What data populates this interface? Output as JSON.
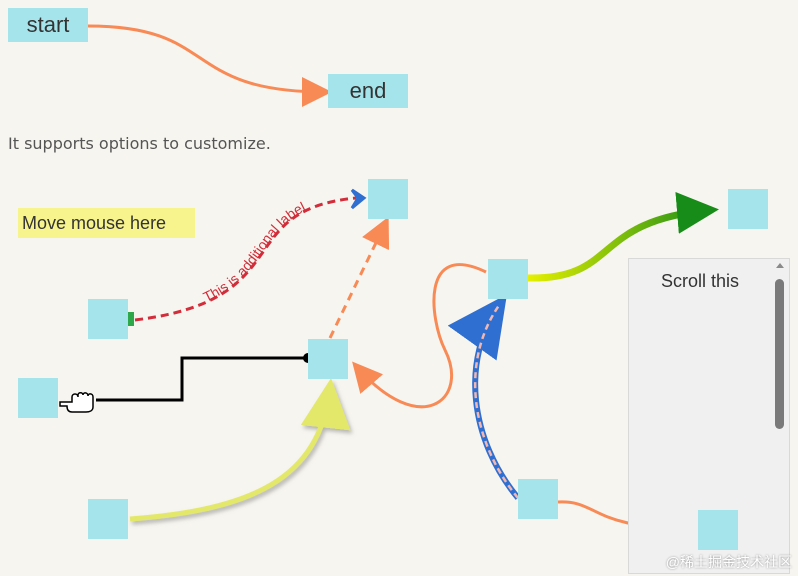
{
  "demo1": {
    "start_label": "start",
    "end_label": "end"
  },
  "description": "It supports options to customize.",
  "hover": {
    "label": "Move mouse here"
  },
  "lines": {
    "additional_label": "This is additional label"
  },
  "scroll": {
    "title": "Scroll this"
  },
  "watermark": "@稀土掘金技术社区",
  "colors": {
    "box": "#a6e4ec",
    "coral": "#f88a56",
    "red_dash": "#d22d3a",
    "green": "#2ea64a",
    "blue": "#2f6fd1",
    "hover_bg": "#f7f48d",
    "yellow_line": "#e3e86a"
  },
  "icons": [
    "hand-pointer-icon",
    "square-plug-icon",
    "arrow-head-icon",
    "scroll-up-icon"
  ]
}
